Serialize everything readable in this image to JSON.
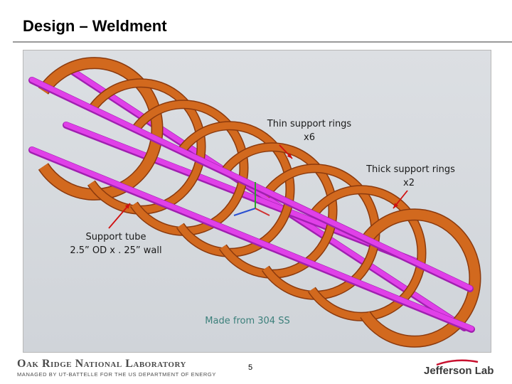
{
  "slide": {
    "title": "Design – Weldment",
    "page_number": "5"
  },
  "annotations": {
    "thin_rings": {
      "line1": "Thin support rings",
      "line2": "x6"
    },
    "thick_rings": {
      "line1": "Thick support rings",
      "line2": "x2"
    },
    "support_tube": {
      "line1": "Support tube",
      "line2": "2.5” OD x . 25” wall"
    },
    "material": "Made from 304 SS"
  },
  "footer": {
    "ornl_name": "Oak Ridge National Laboratory",
    "ornl_sub": "MANAGED BY UT-BATTELLE FOR THE US DEPARTMENT OF ENERGY",
    "jlab": "Jefferson Lab"
  },
  "colors": {
    "ring": "#d2691e",
    "ring_edge": "#8b3a0e",
    "tube": "#e040e8",
    "tube_dark": "#a020b0",
    "arrow": "#d01010",
    "accent": "#3b7f7a"
  },
  "icons": {
    "triad": "xyz-triad-icon"
  }
}
